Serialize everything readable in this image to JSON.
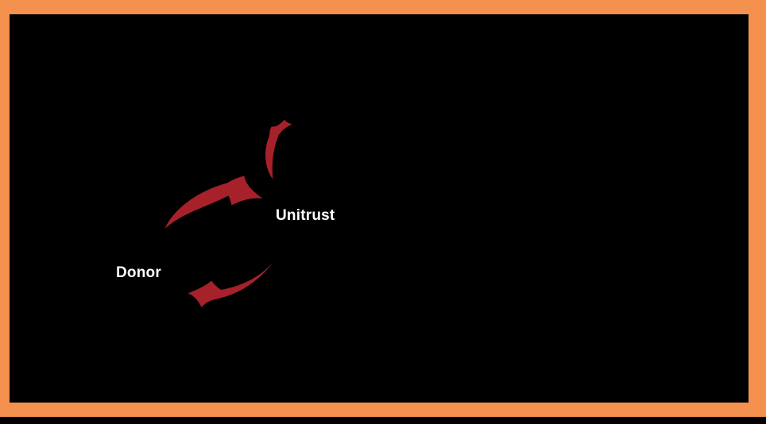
{
  "frame": {
    "border_color": "#F4914E",
    "background_color": "#000000"
  },
  "diagram": {
    "arrow_color": "#A62129",
    "label_color": "#FFFFFF",
    "donor_label": "Donor",
    "unitrust_label": "Unitrust",
    "arrows": [
      {
        "name": "donor-to-unitrust",
        "from": "Donor",
        "to": "Unitrust"
      },
      {
        "name": "unitrust-to-donor",
        "from": "Unitrust",
        "to": "Donor"
      },
      {
        "name": "unitrust-upward",
        "from": "Unitrust",
        "to": "upper area (points off toward top of frame)"
      }
    ]
  }
}
